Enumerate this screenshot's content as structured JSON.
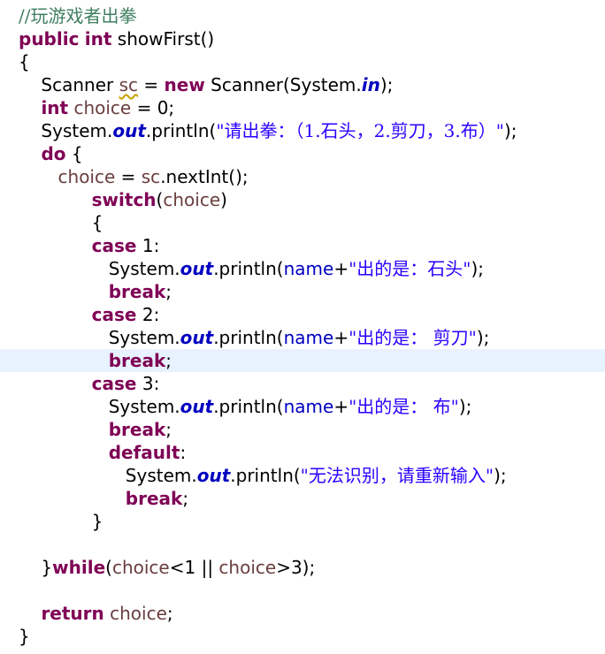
{
  "colors": {
    "keyword": "#7f0055",
    "local_variable": "#6a3e3e",
    "static_field": "#0000c0",
    "string": "#2a00ff",
    "comment": "#3f7f5f",
    "current_line": "#e8f2fe"
  },
  "code": {
    "highlighted_line": 15,
    "lines": [
      [
        {
          "t": "//玩游戏者出拳",
          "c": "com"
        }
      ],
      [
        {
          "t": "public",
          "c": "kw"
        },
        {
          "t": " "
        },
        {
          "t": "int",
          "c": "kw"
        },
        {
          "t": " showFirst()"
        }
      ],
      [
        {
          "t": "{"
        }
      ],
      [
        {
          "t": "    Scanner "
        },
        {
          "t": "sc",
          "c": "var warn"
        },
        {
          "t": " = "
        },
        {
          "t": "new",
          "c": "kw"
        },
        {
          "t": " Scanner(System."
        },
        {
          "t": "in",
          "c": "field"
        },
        {
          "t": ");"
        }
      ],
      [
        {
          "t": "    "
        },
        {
          "t": "int",
          "c": "kw"
        },
        {
          "t": " "
        },
        {
          "t": "choice",
          "c": "var"
        },
        {
          "t": " = 0;"
        }
      ],
      [
        {
          "t": "    System."
        },
        {
          "t": "out",
          "c": "field"
        },
        {
          "t": ".println("
        },
        {
          "t": "\"请出拳：（1.石头，2.剪刀，3.布）\"",
          "c": "str"
        },
        {
          "t": ");"
        }
      ],
      [
        {
          "t": "    "
        },
        {
          "t": "do",
          "c": "kw"
        },
        {
          "t": " {"
        }
      ],
      [
        {
          "t": "       "
        },
        {
          "t": "choice",
          "c": "var"
        },
        {
          "t": " = "
        },
        {
          "t": "sc",
          "c": "var"
        },
        {
          "t": ".nextInt();"
        }
      ],
      [
        {
          "t": "             "
        },
        {
          "t": "switch",
          "c": "kw"
        },
        {
          "t": "("
        },
        {
          "t": "choice",
          "c": "var"
        },
        {
          "t": ")"
        }
      ],
      [
        {
          "t": "             {"
        }
      ],
      [
        {
          "t": "             "
        },
        {
          "t": "case",
          "c": "kw"
        },
        {
          "t": " 1:"
        }
      ],
      [
        {
          "t": "                System."
        },
        {
          "t": "out",
          "c": "field"
        },
        {
          "t": ".println("
        },
        {
          "t": "name",
          "c": "fld2"
        },
        {
          "t": "+"
        },
        {
          "t": "\"出的是：石头\"",
          "c": "str"
        },
        {
          "t": ");"
        }
      ],
      [
        {
          "t": "                "
        },
        {
          "t": "break",
          "c": "kw"
        },
        {
          "t": ";"
        }
      ],
      [
        {
          "t": "             "
        },
        {
          "t": "case",
          "c": "kw"
        },
        {
          "t": " 2:"
        }
      ],
      [
        {
          "t": "                System."
        },
        {
          "t": "out",
          "c": "field"
        },
        {
          "t": ".println("
        },
        {
          "t": "name",
          "c": "fld2"
        },
        {
          "t": "+"
        },
        {
          "t": "\"出的是： 剪刀\"",
          "c": "str"
        },
        {
          "t": ");"
        }
      ],
      [
        {
          "t": "                "
        },
        {
          "t": "break",
          "c": "kw"
        },
        {
          "t": ";"
        }
      ],
      [
        {
          "t": "             "
        },
        {
          "t": "case",
          "c": "kw"
        },
        {
          "t": " 3:"
        }
      ],
      [
        {
          "t": "                System."
        },
        {
          "t": "out",
          "c": "field"
        },
        {
          "t": ".println("
        },
        {
          "t": "name",
          "c": "fld2"
        },
        {
          "t": "+"
        },
        {
          "t": "\"出的是： 布\"",
          "c": "str"
        },
        {
          "t": ");"
        }
      ],
      [
        {
          "t": "                "
        },
        {
          "t": "break",
          "c": "kw"
        },
        {
          "t": ";"
        }
      ],
      [
        {
          "t": "                "
        },
        {
          "t": "default",
          "c": "kw"
        },
        {
          "t": ":"
        }
      ],
      [
        {
          "t": "                   System."
        },
        {
          "t": "out",
          "c": "field"
        },
        {
          "t": ".println("
        },
        {
          "t": "\"无法识别，请重新输入\"",
          "c": "str"
        },
        {
          "t": ");"
        }
      ],
      [
        {
          "t": "                   "
        },
        {
          "t": "break",
          "c": "kw"
        },
        {
          "t": ";"
        }
      ],
      [
        {
          "t": "             }"
        }
      ],
      [],
      [
        {
          "t": "    }"
        },
        {
          "t": "while",
          "c": "kw"
        },
        {
          "t": "("
        },
        {
          "t": "choice",
          "c": "var"
        },
        {
          "t": "<1 || "
        },
        {
          "t": "choice",
          "c": "var"
        },
        {
          "t": ">3);"
        }
      ],
      [],
      [
        {
          "t": "    "
        },
        {
          "t": "return",
          "c": "kw"
        },
        {
          "t": " "
        },
        {
          "t": "choice",
          "c": "var"
        },
        {
          "t": ";"
        }
      ],
      [
        {
          "t": "}"
        }
      ]
    ]
  }
}
